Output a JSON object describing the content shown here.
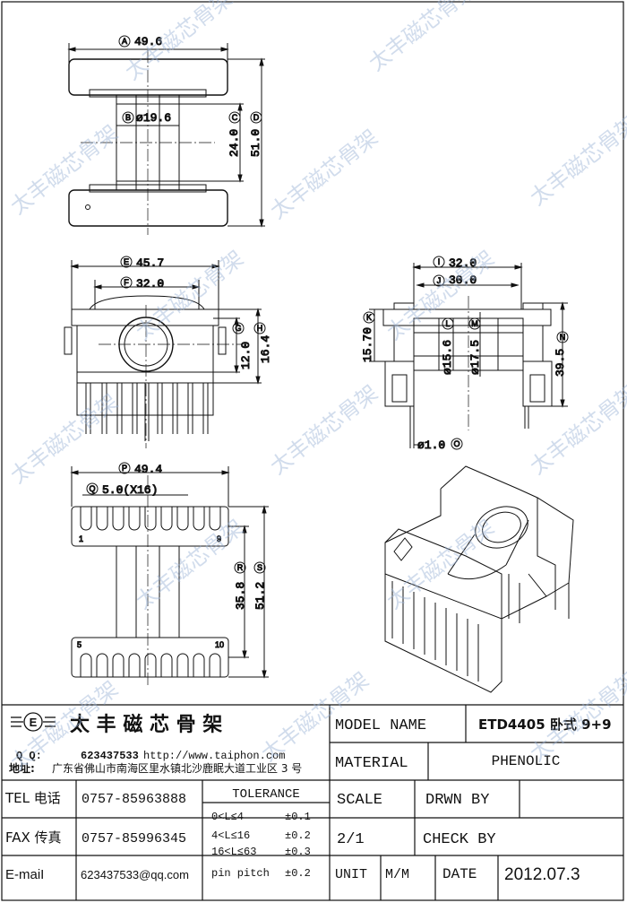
{
  "dimensions": {
    "A": {
      "letter": "A",
      "value": "49.6"
    },
    "B": {
      "letter": "B",
      "prefix": "ø",
      "value": "19.6"
    },
    "C": {
      "letter": "C",
      "value": "24.0"
    },
    "D": {
      "letter": "D",
      "value": "51.0"
    },
    "E": {
      "letter": "E",
      "value": "45.7"
    },
    "F": {
      "letter": "F",
      "value": "32.0"
    },
    "G": {
      "letter": "G",
      "value": "12.0"
    },
    "H": {
      "letter": "H",
      "value": "16.4"
    },
    "I": {
      "letter": "I",
      "value": "32.0"
    },
    "J": {
      "letter": "J",
      "value": "30.0"
    },
    "K": {
      "letter": "K",
      "value": "15.70"
    },
    "L": {
      "letter": "L",
      "value": "ø15.6"
    },
    "M": {
      "letter": "M",
      "value": "ø17.5"
    },
    "N": {
      "letter": "N",
      "value": "39.5"
    },
    "O": {
      "letter": "O",
      "value": "ø1.0"
    },
    "P": {
      "letter": "P",
      "value": "49.4"
    },
    "Q": {
      "letter": "Q",
      "value": "5.0(X16)"
    },
    "R": {
      "letter": "R",
      "value": "35.8"
    },
    "S": {
      "letter": "S",
      "value": "51.2"
    }
  },
  "pin_labels": {
    "top_left": "1",
    "top_right": "9",
    "bottom_left": "5",
    "bottom_right": "10"
  },
  "watermark": "太丰磁芯骨架",
  "title_block": {
    "logo_letter": "E",
    "company": "太 丰 磁 芯 骨 架",
    "qq_label": "Q Q:",
    "qq": "623437533",
    "website": "http://www.taiphon.com",
    "address_label": "地址:",
    "address": "广东省佛山市南海区里水镇北沙鹿眠大道工业区 3 号",
    "tel_label": "TEL 电话",
    "tel": "0757-85963888",
    "fax_label": "FAX 传真",
    "fax": "0757-85996345",
    "email_label": "E-maiI",
    "email": "623437533@qq.com",
    "tolerance_title": "TOLERANCE",
    "tolerance_rows": [
      {
        "range": "0<L≤4",
        "tol": "±0.1"
      },
      {
        "range": "4<L≤16",
        "tol": "±0.2"
      },
      {
        "range": "16<L≤63",
        "tol": "±0.3"
      },
      {
        "range": "pin pitch",
        "tol": "±0.2"
      }
    ],
    "model_name_label": "MODEL NAME",
    "model_name": "ETD4405 卧式 9+9",
    "material_label": "MATERIAL",
    "material": "PHENOLIC",
    "scale_label": "SCALE",
    "scale": "2/1",
    "drawn_by_label": "DRWN BY",
    "check_by_label": "CHECK BY",
    "unit_label": "UNIT",
    "unit": "M/M",
    "date_label": "DATE",
    "date": "2012.07.3"
  }
}
